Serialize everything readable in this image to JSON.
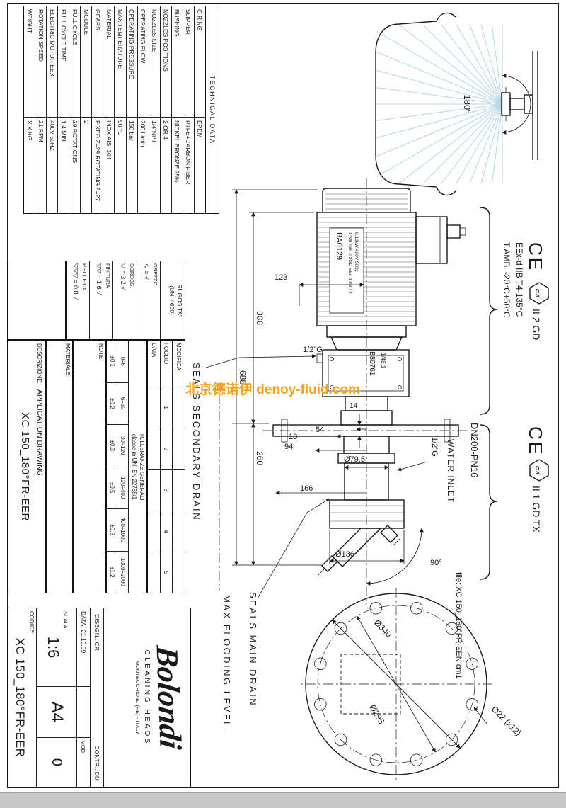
{
  "watermark": "北京德诺伊 denoy-fluid.com",
  "sheet": {
    "file_label": "file: XC 150_180°FR-EEN cm1",
    "technical_data": {
      "title": "TECHNICAL DATA",
      "rows": [
        {
          "label": "O RING",
          "value": "EPDM"
        },
        {
          "label": "SLIPPER",
          "value": "PTFE+CARBON FIBER"
        },
        {
          "label": "BUSHING",
          "value": "NICKEL BRONZE 25%"
        },
        {
          "label": "NOZZLES POSITIONS",
          "value": "2 OR 4"
        },
        {
          "label": "NOZZLES SIZE",
          "value": "1/4\"NPT"
        },
        {
          "label": "OPERATING FLOW",
          "value": "200 L/min"
        },
        {
          "label": "OPERATING PRESSURE",
          "value": "150 bar"
        },
        {
          "label": "MAX TEMPERATURE",
          "value": "90 °C"
        },
        {
          "label": "MATERIAL",
          "value": "INOX AISI 304"
        },
        {
          "label": "GEARS",
          "value": "FIXED Z=29 ROTATING Z=27"
        },
        {
          "label": "MODULE",
          "value": "2"
        },
        {
          "label": "FULL CYCLE",
          "value": "29 ROTATIONS"
        },
        {
          "label": "FULL CYCLE TIME",
          "value": "1,4 MIN."
        },
        {
          "label": "ELECTRIC MOTOR EEX",
          "value": "400V 50HZ"
        },
        {
          "label": "ROTATION SPEED",
          "value": "21 RPM"
        },
        {
          "label": "WEIGHT",
          "value": "X,X KG"
        }
      ]
    },
    "spray": {
      "angle": "180°"
    },
    "atex_motor": {
      "ce": "CE",
      "ex": "Ex",
      "category": "II 2 GD",
      "temp_class": "EEx-d IIB T4-135°C",
      "ambient": "T.AMB. -20°C+50°C"
    },
    "atex_head": {
      "ce": "CE",
      "ex": "Ex",
      "category": "II 1 GD TX"
    },
    "motor": {
      "plate_line1": "0.18kW 400V 50Hz",
      "plate_line2": "1400 rpm  II 2GD EEx-d IIB T4",
      "code": "BA0129"
    },
    "gearbox": {
      "ratio": "1/48.1",
      "code": "B80761"
    },
    "labels": {
      "flange": "DN200-PN16",
      "water_inlet": "WATER INLET",
      "water_inlet_size": "1/2\"G",
      "drain_size": "1/2\"G",
      "seals_secondary": "SEALS SECONDARY DRAIN",
      "seals_main": "SEALS MAIN DRAIN",
      "flooding": "MAX FLOODING LEVEL"
    },
    "dims": {
      "d123": "123",
      "d388": "388",
      "d688": "688",
      "d260": "260",
      "d14": "14",
      "d18": "18",
      "d54": "54",
      "d94": "94",
      "d166": "166",
      "d79": "Ø79.5",
      "d136": "Ø136",
      "a90": "90°",
      "d340": "Ø340",
      "d295": "Ø295",
      "d22": "Ø22 (x12)"
    },
    "roughness": {
      "title_line1": "RUGOSITA'",
      "title_line2": "(UNI 4600)",
      "rows": [
        {
          "name": "GREZZO",
          "sym": "∿",
          "val": "= √"
        },
        {
          "name": "SGROSS.",
          "sym": "▽",
          "val": "= 3,2 √"
        },
        {
          "name": "FINITURA",
          "sym": "▽▽",
          "val": "= 1,6 √"
        },
        {
          "name": "RETTIFICA",
          "sym": "▽▽▽",
          "val": "= 0,8 √"
        }
      ]
    },
    "revisions": {
      "rows": [
        "MODIFICA",
        "FOGLIO",
        "DATA"
      ],
      "numbers": [
        "1",
        "2",
        "3",
        "4",
        "5"
      ]
    },
    "tolerances": {
      "title_line1": "TOLLERANZE GENERALI",
      "title_line2": "classe m UNI-EN 22768/1",
      "ranges": [
        "0÷6",
        "6÷30",
        "30÷120",
        "120÷400",
        "400÷1000",
        "1000÷2000"
      ],
      "values": [
        "±0.1",
        "±0.2",
        "±0.3",
        "±0.5",
        "±0.8",
        "±1.2"
      ]
    },
    "note_label": "NOTE:",
    "materiale_label": "MATERIALE:",
    "descrizione": {
      "label": "DESCRIZIONE:",
      "line1": "APPLICATION DRAWING",
      "line2": "XC 150_180°FR-EER"
    },
    "titleblock": {
      "logo": "Bolondi",
      "tagline": "CLEANING HEADS",
      "address": "MONTECCHIO E. (RE) - ITALY",
      "disegn": "DISEGN.: CR",
      "contr": "CONTR.: DM",
      "data": "DATA: 21.10.09",
      "scala_label": "SCALA",
      "scala_value": "1:6",
      "format": "A4",
      "mod_label": "MOD.",
      "mod_value": "0",
      "codice_label": "CODICE:",
      "codice_value": "XC 150_180°FR-EER"
    }
  }
}
